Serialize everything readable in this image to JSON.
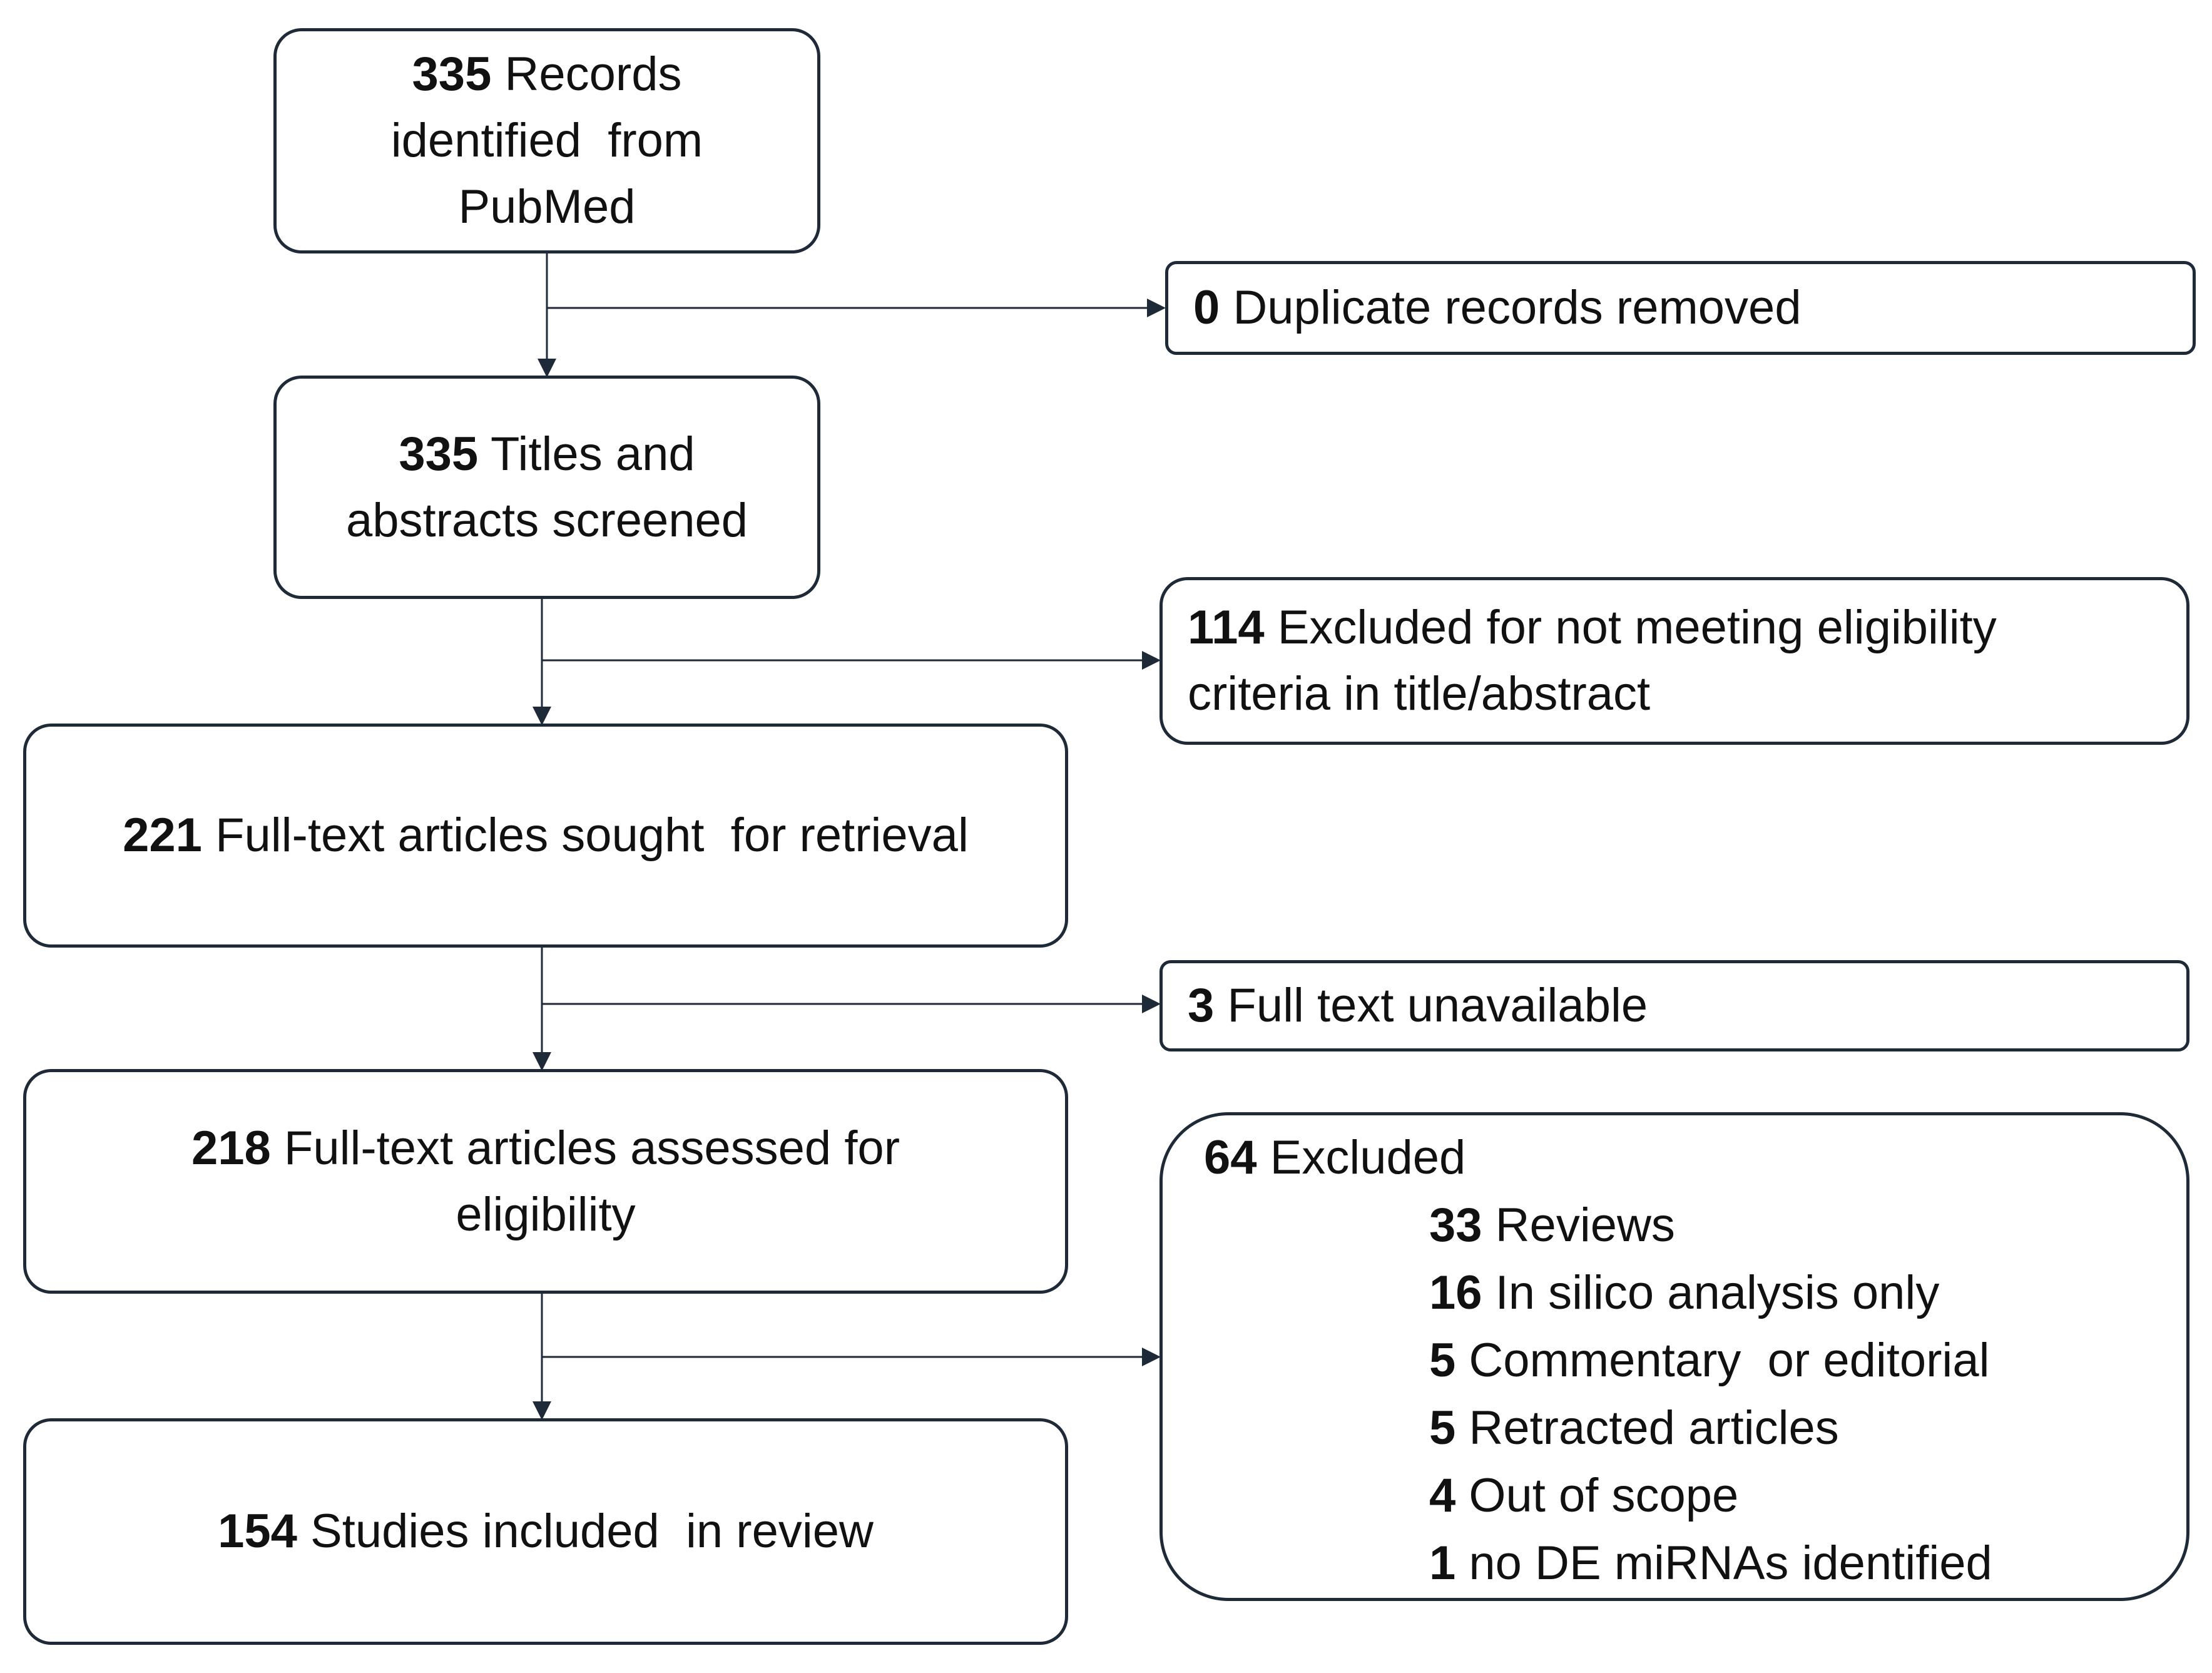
{
  "nodes": {
    "records": {
      "count": "335",
      "line1": "Records",
      "line2": "identified  from",
      "line3": "PubMed"
    },
    "duplicates": {
      "count": "0",
      "text": "Duplicate records removed"
    },
    "screened": {
      "count": "335",
      "line1": "Titles and",
      "line2": "abstracts screened"
    },
    "excluded_title": {
      "count": "114",
      "line1": "Excluded for not meeting eligibility",
      "line2": "criteria in title/abstract"
    },
    "sought": {
      "count": "221",
      "text": "Full-text articles sought  for retrieval"
    },
    "unavailable": {
      "count": "3",
      "text": "Full text unavailable"
    },
    "assessed": {
      "count": "218",
      "line1": "Full-text articles assessed for",
      "line2": "eligibility"
    },
    "included": {
      "count": "154",
      "text": "Studies included  in review"
    },
    "excluded_full": {
      "count": "64",
      "text": "Excluded",
      "reasons": [
        {
          "count": "33",
          "text": "Reviews"
        },
        {
          "count": "16",
          "text": "In silico analysis only"
        },
        {
          "count": "5",
          "text": "Commentary  or editorial"
        },
        {
          "count": "5",
          "text": "Retracted articles"
        },
        {
          "count": "4",
          "text": "Out of scope"
        },
        {
          "count": "1",
          "text": "no DE miRNAs identified"
        }
      ]
    }
  },
  "colors": {
    "stroke": "#1f2a38",
    "background": "#ffffff",
    "text": "#111111"
  }
}
